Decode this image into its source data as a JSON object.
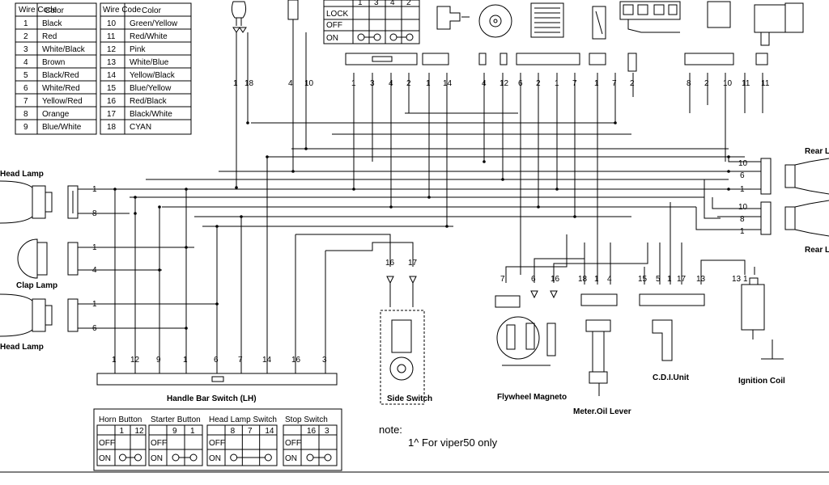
{
  "color_table": {
    "header_code": "Wire Code",
    "header_color": "Color",
    "left": [
      {
        "code": "1",
        "color": "Black"
      },
      {
        "code": "2",
        "color": "Red"
      },
      {
        "code": "3",
        "color": "White/Black"
      },
      {
        "code": "4",
        "color": "Brown"
      },
      {
        "code": "5",
        "color": "Black/Red"
      },
      {
        "code": "6",
        "color": "White/Red"
      },
      {
        "code": "7",
        "color": "Yellow/Red"
      },
      {
        "code": "8",
        "color": "Orange"
      },
      {
        "code": "9",
        "color": "Blue/White"
      }
    ],
    "right": [
      {
        "code": "10",
        "color": "Green/Yellow"
      },
      {
        "code": "11",
        "color": "Red/White"
      },
      {
        "code": "12",
        "color": "Pink"
      },
      {
        "code": "13",
        "color": "White/Blue"
      },
      {
        "code": "14",
        "color": "Yellow/Black"
      },
      {
        "code": "15",
        "color": "Blue/Yellow"
      },
      {
        "code": "16",
        "color": "Red/Black"
      },
      {
        "code": "17",
        "color": "Black/White"
      },
      {
        "code": "18",
        "color": "CYAN"
      }
    ]
  },
  "ignition_table": {
    "cols": [
      "1",
      "3",
      "4",
      "2"
    ],
    "rows": [
      "LOCK",
      "OFF",
      "ON"
    ]
  },
  "labels": {
    "head_lamp_top": "Head Lamp",
    "clap_lamp": "Clap Lamp",
    "head_lamp_bottom": "Head Lamp",
    "rear_top": "Rear L",
    "rear_bottom": "Rear L",
    "handle_bar_switch": "Handle Bar Switch (LH)",
    "side_switch": "Side Switch",
    "flywheel_magneto": "Flywheel Magneto",
    "meter_oil_lever": "Meter.Oil Lever",
    "cdi_unit": "C.D.I.Unit",
    "ignition_coil": "Ignition Coil"
  },
  "note": {
    "title": "note:",
    "line": "1^ For viper50 only"
  },
  "pins": {
    "top_left_pair": [
      "1",
      "18"
    ],
    "top_pair2": [
      "4",
      "10"
    ],
    "top_connector": [
      "1",
      "3",
      "4",
      "2"
    ],
    "top_pair3": [
      "1",
      "14"
    ],
    "top_pair4": [
      "4",
      "12"
    ],
    "top_connector2": [
      "6",
      "2",
      "1",
      "7"
    ],
    "top_pair5": [
      "1",
      "7"
    ],
    "top_single": [
      "2"
    ],
    "top_connector3": [
      "8",
      "2",
      "10"
    ],
    "top_pair6": [
      "11",
      "11"
    ],
    "head_lamp_top": [
      "1",
      "8"
    ],
    "clap_lamp": [
      "1",
      "4"
    ],
    "head_lamp_bottom": [
      "1",
      "6"
    ],
    "rear_top": [
      "10",
      "6",
      "1"
    ],
    "rear_bottom": [
      "10",
      "8",
      "1"
    ],
    "handle_bar": [
      "1",
      "12",
      "9",
      "1",
      "6",
      "7",
      "14",
      "16",
      "3"
    ],
    "side_switch": [
      "16",
      "17"
    ],
    "flywheel": [
      "7",
      "6",
      "16"
    ],
    "meter": [
      "18",
      "1",
      "4"
    ],
    "cdi": [
      "15",
      "5",
      "1",
      "17",
      "13"
    ],
    "ign_coil": [
      "13",
      "1"
    ]
  },
  "switch_tables": [
    {
      "title": "Horn Button",
      "cols": [
        "1",
        "12"
      ],
      "rows": [
        "OFF",
        "ON"
      ]
    },
    {
      "title": "Starter Button",
      "cols": [
        "9",
        "1"
      ],
      "rows": [
        "OFF",
        "ON"
      ]
    },
    {
      "title": "Head Lamp Switch",
      "cols": [
        "8",
        "7",
        "14"
      ],
      "rows": [
        "OFF",
        "ON"
      ]
    },
    {
      "title": "Stop Switch",
      "cols": [
        "16",
        "3"
      ],
      "rows": [
        "OFF",
        "ON"
      ]
    }
  ]
}
